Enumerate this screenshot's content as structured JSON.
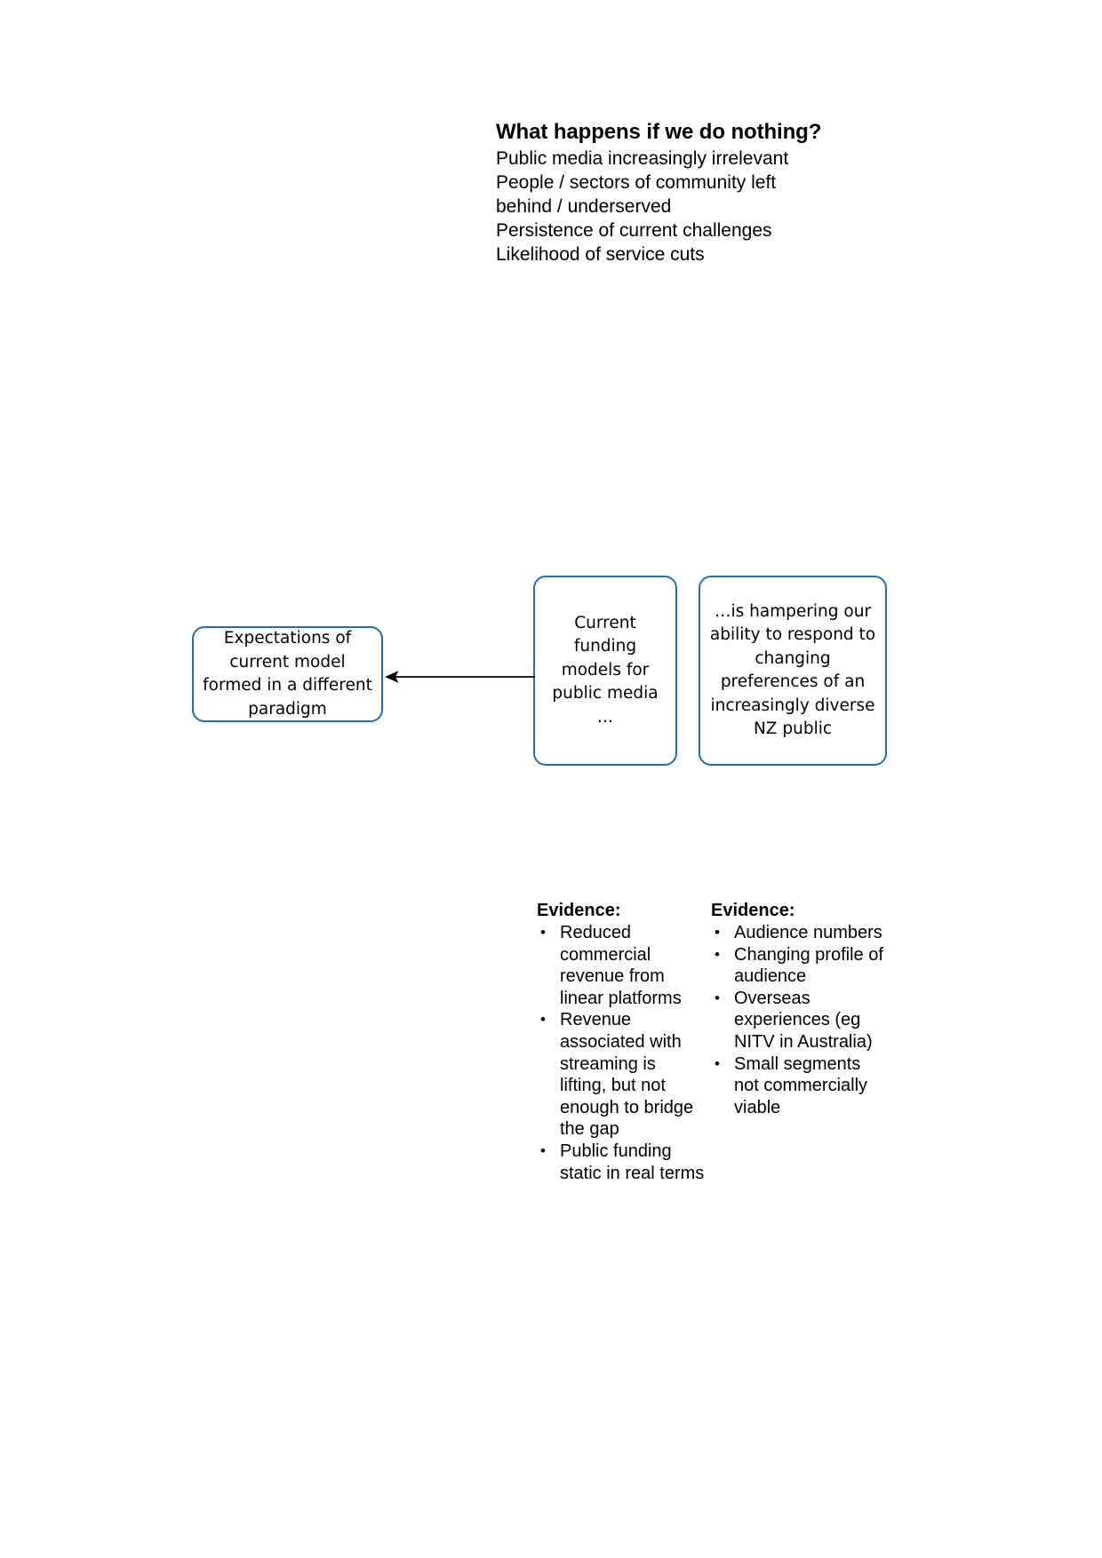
{
  "headline": {
    "title": "What happens if we do nothing?",
    "lines": [
      "Public media increasingly irrelevant",
      "People / sectors of community  left",
      "behind / underserved",
      "Persistence of current challenges",
      "Likelihood of service cuts"
    ]
  },
  "diagram": {
    "accent_color": "#1F6FB2",
    "boxes": {
      "expectations": "Expectations of current model formed in a different paradigm",
      "current_funding": "Current funding models for public media …",
      "hampering": "…is hampering our ability to respond to changing preferences of an increasingly diverse NZ public"
    },
    "arrow": {
      "name": "arrow-left",
      "from": "current_funding",
      "to": "expectations"
    }
  },
  "evidence_left": {
    "heading": "Evidence:",
    "items": [
      "Reduced commercial revenue from linear platforms",
      "Revenue associated with streaming is lifting, but not enough to bridge the gap",
      "Public funding static in real terms"
    ]
  },
  "evidence_right": {
    "heading": "Evidence:",
    "items": [
      "Audience numbers",
      "Changing profile of audience",
      "Overseas experiences (eg NITV in Australia)",
      "Small segments not commercially viable"
    ]
  }
}
